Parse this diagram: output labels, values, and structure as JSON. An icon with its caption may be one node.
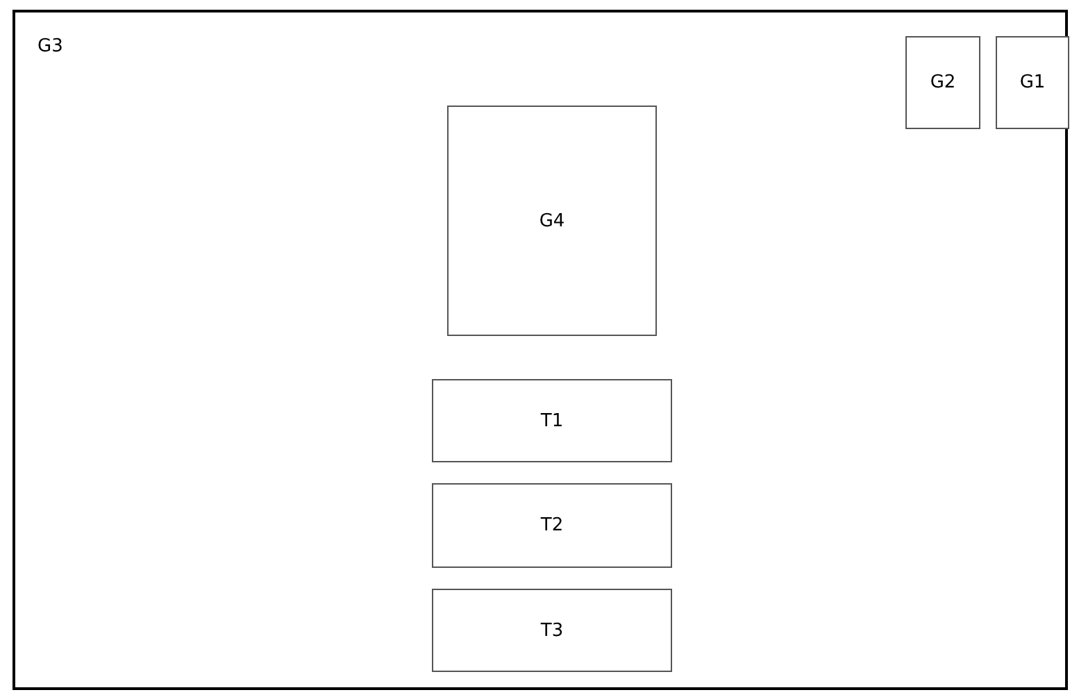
{
  "diagram": {
    "nodes": [
      {
        "text": [
          "G3"
        ]
      },
      {
        "text": [
          "G2"
        ],
        "in": 0
      },
      {
        "text": [
          "G1"
        ],
        "in": 0
      },
      {
        "text": [
          "G4"
        ],
        "in": 0
      },
      {
        "text": [
          "T1"
        ],
        "in": 0
      },
      {
        "text": [
          "T2"
        ],
        "in": 0
      },
      {
        "text": [
          "T3"
        ],
        "in": 0
      }
    ]
  }
}
